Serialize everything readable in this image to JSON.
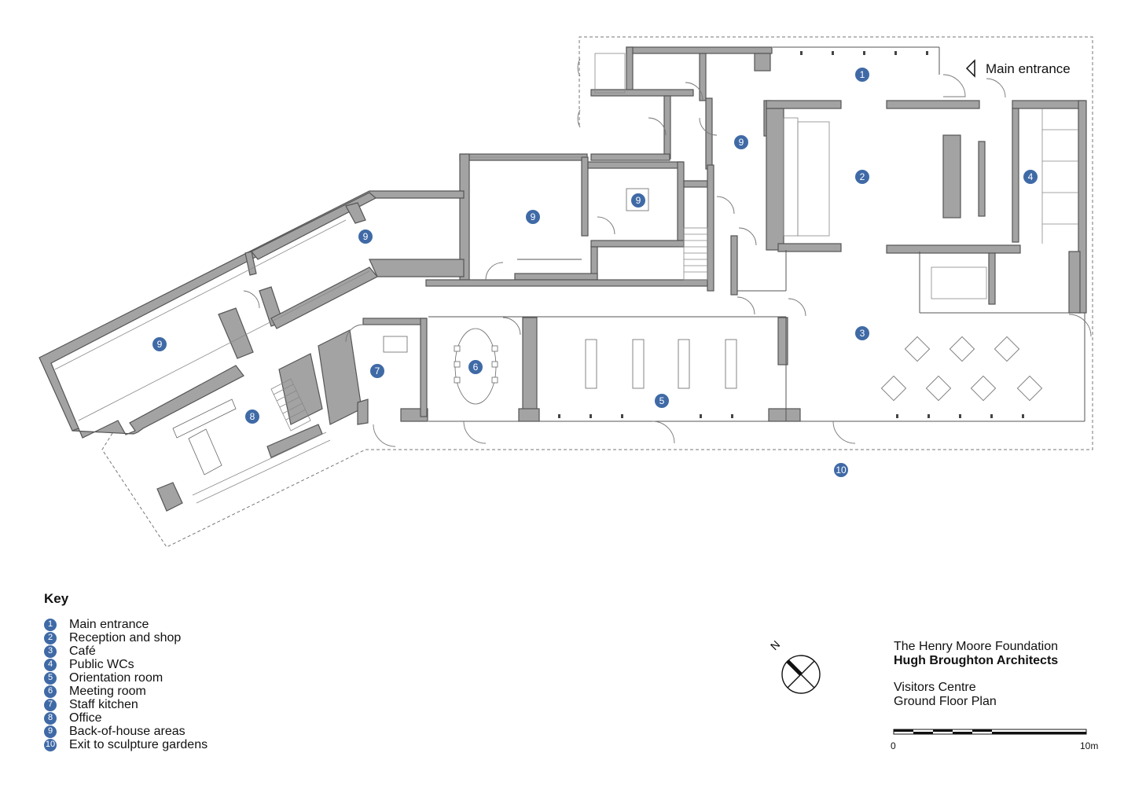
{
  "plan": {
    "main_entrance_label": "Main entrance",
    "markers": [
      {
        "n": "1"
      },
      {
        "n": "2"
      },
      {
        "n": "3"
      },
      {
        "n": "4"
      },
      {
        "n": "5"
      },
      {
        "n": "6"
      },
      {
        "n": "7"
      },
      {
        "n": "8"
      },
      {
        "n": "9"
      },
      {
        "n": "9"
      },
      {
        "n": "9"
      },
      {
        "n": "9"
      },
      {
        "n": "9"
      },
      {
        "n": "10"
      }
    ],
    "marker_color": "#3f6aa6",
    "wall_color": "#a3a3a3"
  },
  "key": {
    "title": "Key",
    "items": [
      {
        "n": "1",
        "label": "Main entrance"
      },
      {
        "n": "2",
        "label": "Reception and shop"
      },
      {
        "n": "3",
        "label": "Café"
      },
      {
        "n": "4",
        "label": "Public WCs"
      },
      {
        "n": "5",
        "label": "Orientation room"
      },
      {
        "n": "6",
        "label": "Meeting room"
      },
      {
        "n": "7",
        "label": "Staff kitchen"
      },
      {
        "n": "8",
        "label": "Office"
      },
      {
        "n": "9",
        "label": "Back-of-house areas"
      },
      {
        "n": "10",
        "label": "Exit to sculpture gardens"
      }
    ]
  },
  "north_arrow": {
    "label": "N",
    "icon": "north-arrow-icon"
  },
  "title_block": {
    "client": "The Henry Moore Foundation",
    "firm": "Hugh Broughton Architects",
    "project": "Visitors Centre",
    "drawing": "Ground Floor Plan"
  },
  "scale_bar": {
    "start": "0",
    "end": "10m"
  }
}
